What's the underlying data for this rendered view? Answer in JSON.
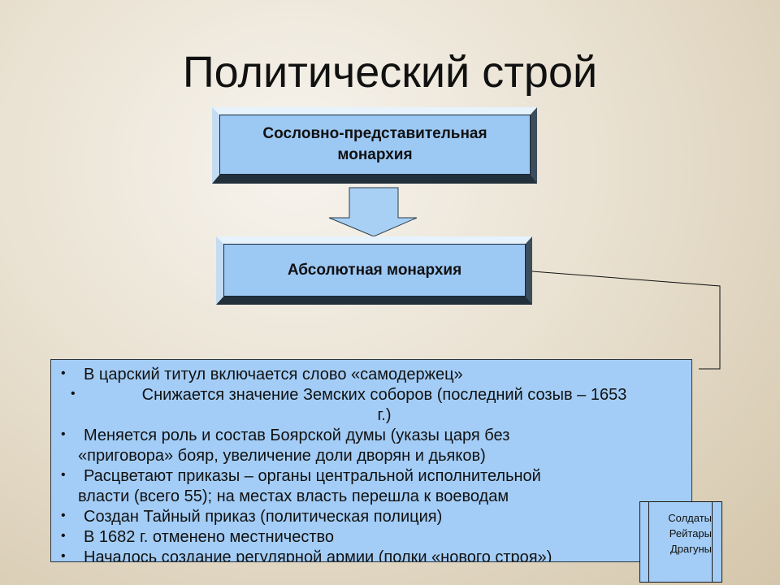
{
  "title": "Политический строй",
  "box1": {
    "line1": "Сословно-представительная",
    "line2": "монархия"
  },
  "box2": {
    "label": "Абсолютная монархия"
  },
  "bullets": [
    {
      "l1": "В царский титул включается слово «самодержец»"
    },
    {
      "l1": "Снижается значение Земских соборов (последний созыв – 1653",
      "l2": "г.)"
    },
    {
      "l1": "Меняется роль и состав Боярской думы (указы царя без",
      "l2": "«приговора» бояр, увеличение доли дворян и дьяков)"
    },
    {
      "l1": "Расцветают приказы – органы центральной исполнительной",
      "l2": "власти (всего 55); на местах власть перешла к воеводам"
    },
    {
      "l1": "Создан Тайный приказ (политическая полиция)"
    },
    {
      "l1": "В 1682 г. отменено местничество"
    },
    {
      "l1": "Началось создание регулярной армии (полки «нового строя»)"
    }
  ],
  "army": [
    "Солдаты",
    "Рейтары",
    "Драгуны"
  ],
  "colors": {
    "box_fill": "#9cc8f4",
    "list_fill": "#a3cdf6",
    "arrow_fill": "#a8d0f5"
  }
}
